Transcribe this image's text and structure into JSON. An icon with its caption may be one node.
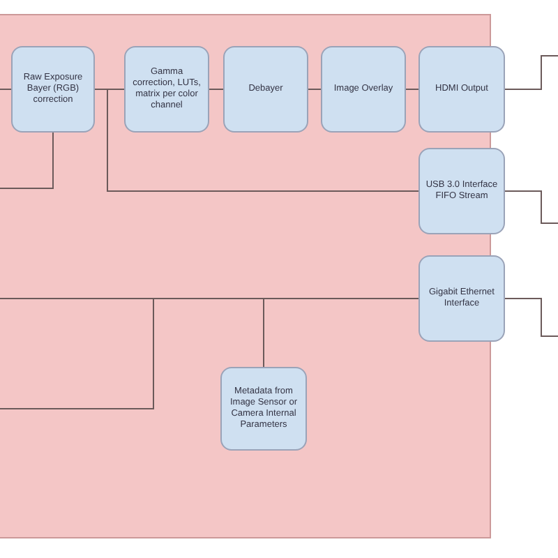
{
  "diagram": {
    "nodes": [
      {
        "text": [],
        "shape": "box"
      },
      {
        "text": [
          "Raw Exposure Bayer (RGB) correction"
        ],
        "in": 0
      },
      {
        "text": [
          "Gamma correction, LUTs, matrix per color channel"
        ],
        "in": 0
      },
      {
        "text": [
          "Debayer"
        ],
        "in": 0
      },
      {
        "text": [
          "Image Overlay"
        ],
        "in": 0
      },
      {
        "text": [
          "HDMI Output"
        ]
      },
      {
        "text": [
          "USB 3.0 Interface FIFO Stream"
        ]
      },
      {
        "text": [
          "Gigabit Ethernet Interface"
        ]
      },
      {
        "text": [
          "Metadata from Image Sensor or Camera Internal Parameters"
        ],
        "in": 0
      }
    ],
    "edges": [
      {
        "from": null,
        "to": 1,
        "arrow": "none"
      },
      {
        "from": 1,
        "to": 2,
        "arrow": "none"
      },
      {
        "from": 2,
        "to": 3,
        "arrow": "none"
      },
      {
        "from": 3,
        "to": 4,
        "arrow": "none"
      },
      {
        "from": 4,
        "to": 5,
        "arrow": "none"
      },
      {
        "from": 1,
        "to": null,
        "arrow": "none"
      },
      {
        "from": 1,
        "to": 6,
        "arrow": "none"
      },
      {
        "from": 5,
        "to": null,
        "arrow": "none"
      },
      {
        "from": 6,
        "to": null,
        "arrow": "none"
      },
      {
        "from": 7,
        "to": null,
        "arrow": "none"
      },
      {
        "from": 0,
        "to": 7,
        "arrow": "none"
      },
      {
        "from": 8,
        "to": 7,
        "arrow": "none"
      },
      {
        "from": 7,
        "to": 0,
        "arrow": "none"
      }
    ]
  }
}
